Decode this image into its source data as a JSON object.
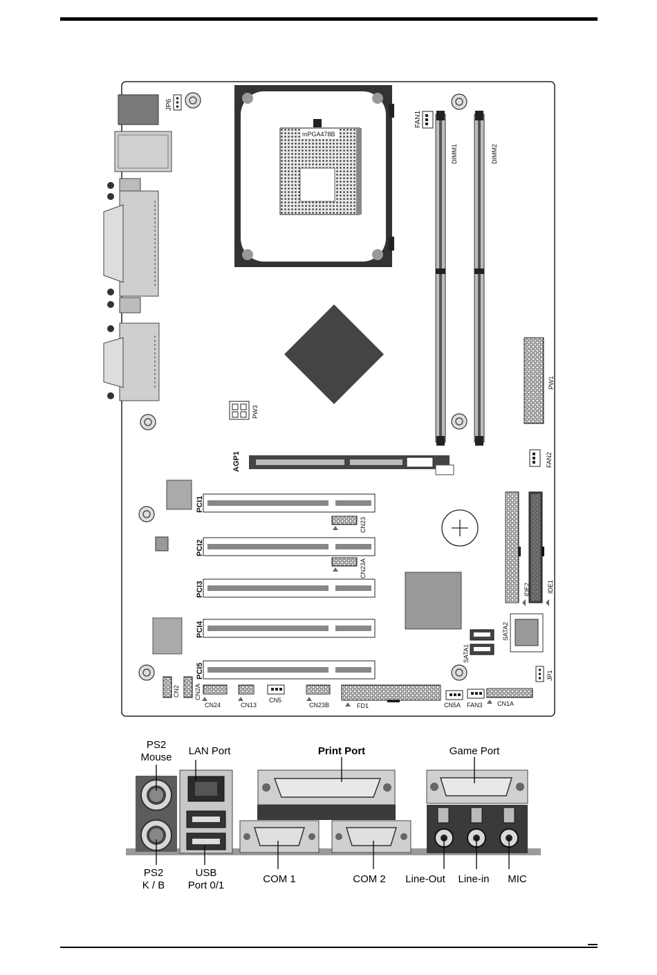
{
  "board": {
    "socket_label": "mPGA478B",
    "labels": {
      "jp6": "JP6",
      "fan1": "FAN1",
      "dimm1": "DIMM1",
      "dimm2": "DIMM2",
      "pw3": "PW3",
      "pw1": "PW1",
      "agp1": "AGP1",
      "fan2": "FAN2",
      "pci1": "PCI1",
      "pci2": "PCI2",
      "pci3": "PCI3",
      "pci4": "PCI4",
      "pci5": "PCI5",
      "cn23": "CN23",
      "cn23a": "CN23A",
      "ide2": "IDE2",
      "ide1": "IDE1",
      "sata1": "SATA1",
      "sata2": "SATA2",
      "jp1": "JP1",
      "cn2": "CN2",
      "cn2a": "CN2A",
      "cn24": "CN24",
      "cn13": "CN13",
      "cn5": "CN5",
      "cn23b": "CN23B",
      "fd1": "FD1",
      "cn5a": "CN5A",
      "fan3": "FAN3",
      "cn1a": "CN1A"
    }
  },
  "ports": {
    "ps2_mouse_l1": "PS2",
    "ps2_mouse_l2": "Mouse",
    "lan": "LAN Port",
    "print": "Print Port",
    "game": "Game Port",
    "ps2_kb_l1": "PS2",
    "ps2_kb_l2": "K / B",
    "usb_l1": "USB",
    "usb_l2": "Port 0/1",
    "com1": "COM 1",
    "com2": "COM 2",
    "line_out": "Line-Out",
    "line_in": "Line-in",
    "mic": "MIC"
  }
}
